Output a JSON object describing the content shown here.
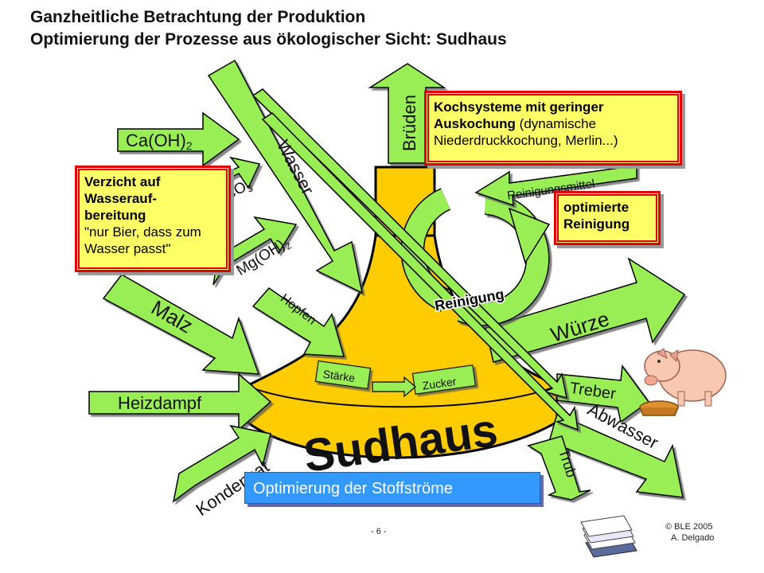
{
  "header": {
    "title_line1": "Ganzheitliche Betrachtung der Produktion",
    "title_line2": "Optimierung der Prozesse aus ökologischer Sicht: Sudhaus"
  },
  "flows": {
    "wasser": "Wasser",
    "bruden": "Brüden",
    "caoh2": "Ca(OH)",
    "caco3": "CaCO",
    "mgoh2": "Mg(OH)",
    "sub2": "2",
    "sub3": "3",
    "malz": "Malz",
    "hopfen": "Hopfen",
    "heizdampf": "Heizdampf",
    "kondensat": "Kondensat",
    "wurze": "Würze",
    "treber": "Treber",
    "abwasser": "Abwasser",
    "trub": "Trub",
    "reinigungsmittel": "Reinigungsmittel",
    "reinigung": "Reinigung",
    "starke": "Stärke",
    "zucker": "Zucker",
    "sudhaus": "Sudhaus"
  },
  "boxes": {
    "verzicht_line1": "Verzicht auf",
    "verzicht_line2": "Wasserauf-",
    "verzicht_line3": "bereitung",
    "verzicht_line4": "\"nur Bier, dass zum",
    "verzicht_line5": "Wasser passt\"",
    "koch_bold1": "Kochsysteme mit geringer",
    "koch_bold2": "Auskochung",
    "koch_rest2": " (dynamische",
    "koch_line3": "Niederdruckkochung, Merlin...)",
    "opt_line1": "optimierte",
    "opt_line2": "Reinigung",
    "stoffstrome": "Optimierung der Stoffströme"
  },
  "footer": {
    "page": "- 6 -",
    "copyright": "© BLE 2005",
    "author": "A. Delgado"
  },
  "colors": {
    "arrow_green": "#99ee55",
    "vessel_orange": "#ffcc00",
    "box_yellow": "#ffff66",
    "box_red": "#e00000",
    "stoff_blue": "#3399ff"
  }
}
